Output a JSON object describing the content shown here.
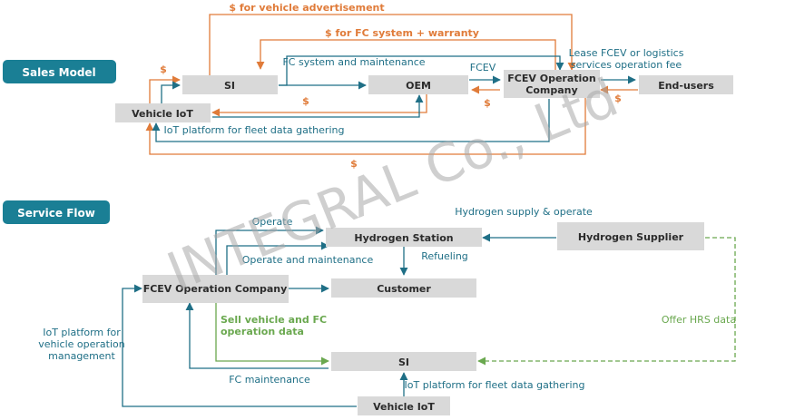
{
  "sections": {
    "sales_model": "Sales Model",
    "service_flow": "Service Flow"
  },
  "nodes": {
    "si": "SI",
    "oem": "OEM",
    "fcev_op_1": "FCEV Operation",
    "fcev_op_2": "Company",
    "end_users": "End-users",
    "vehicle_iot": "Vehicle IoT",
    "hydrogen_station": "Hydrogen Station",
    "hydrogen_supplier": "Hydrogen Supplier",
    "fcev_op_company": "FCEV Operation Company",
    "customer": "Customer",
    "si2": "SI",
    "vehicle_iot2": "Vehicle IoT"
  },
  "labels": {
    "ad": "$ for vehicle advertisement",
    "fc_warranty": "$ for FC system + warranty",
    "fc_sys_maint": "FC system and maintenance",
    "fcev": "FCEV",
    "lease_1": "Lease FCEV or logistics",
    "lease_2": "services operation fee",
    "dollar_si": "$",
    "dollar_oem": "$",
    "dollar_fcev": "$",
    "dollar_end": "$",
    "dollar_bottom": "$",
    "iot_platform_sales": "IoT platform for fleet data gathering",
    "operate": "Operate",
    "operate_maint": "Operate and maintenance",
    "h2_supply": "Hydrogen supply & operate",
    "refueling": "Refueling",
    "sell_1": "Sell vehicle and FC",
    "sell_2": "operation data",
    "iot_vom_1": "IoT platform for",
    "iot_vom_2": "vehicle operation",
    "iot_vom_3": "management",
    "offer_hrs": "Offer HRS data",
    "fc_maint": "FC maintenance",
    "iot_platform_service": "IoT platform for fleet data gathering"
  },
  "watermark": "INTEGRAL Co., Ltd",
  "colors": {
    "teal": "#1f6f86",
    "orange": "#e07b39",
    "green": "#6aa84f",
    "box": "#d9d9d9",
    "section": "#1a7f95"
  }
}
